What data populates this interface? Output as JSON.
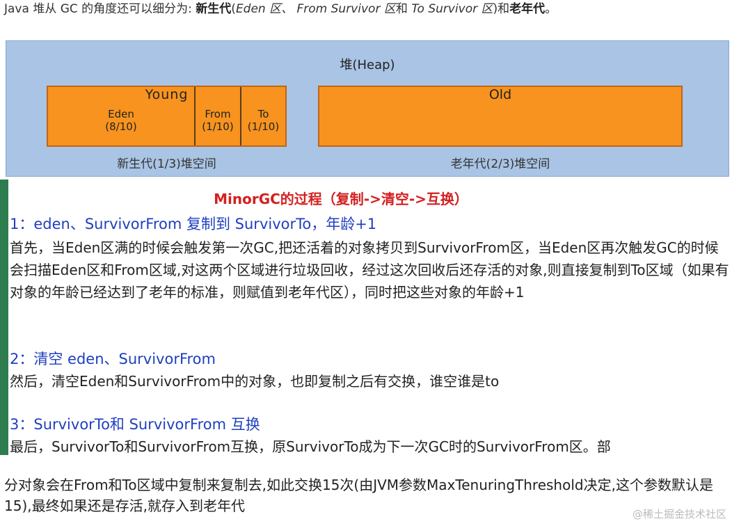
{
  "intro": {
    "p1": "Java 堆从 GC 的角度还可以细分为: ",
    "bold1": "新生代",
    "p2": "(",
    "i1": "Eden 区、 From Survivor 区",
    "p3": "和 ",
    "i2": "To Survivor 区",
    "p4": ")和",
    "bold2": "老年代",
    "p5": "。"
  },
  "heap": {
    "title": "堆(Heap)",
    "young": {
      "title": "Young",
      "eden_name": "Eden",
      "eden_ratio": "(8/10)",
      "from_name": "From",
      "from_ratio": "(1/10)",
      "to_name": "To",
      "to_ratio": "(1/10)",
      "label": "新生代(1/3)堆空间"
    },
    "old": {
      "title": "Old",
      "label": "老年代(2/3)堆空间"
    }
  },
  "slide": {
    "title": "MinorGC的过程（复制->清空->互换）",
    "step1": {
      "heading": "1：eden、SurvivorFrom 复制到 SurvivorTo，年龄+1",
      "body": "首先，当Eden区满的时候会触发第一次GC,把还活着的对象拷贝到SurvivorFrom区，当Eden区再次触发GC的时候会扫描Eden区和From区域,对这两个区域进行垃圾回收，经过这次回收后还存活的对象,则直接复制到To区域（如果有对象的年龄已经达到了老年的标准，则赋值到老年代区），同时把这些对象的年龄+1"
    },
    "step2": {
      "heading": "2：清空 eden、SurvivorFrom",
      "body": "然后，清空Eden和SurvivorFrom中的对象，也即复制之后有交换，谁空谁是to"
    },
    "step3": {
      "heading": "3：SurvivorTo和 SurvivorFrom 互换",
      "body": "最后，SurvivorTo和SurvivorFrom互换，原SurvivorTo成为下一次GC时的SurvivorFrom区。部"
    }
  },
  "bottom": {
    "body": "分对象会在From和To区域中复制来复制去,如此交换15次(由JVM参数MaxTenuringThreshold决定,这个参数默认是15),最终如果还是存活,就存入到老年代"
  },
  "watermark": "@稀土掘金技术社区"
}
